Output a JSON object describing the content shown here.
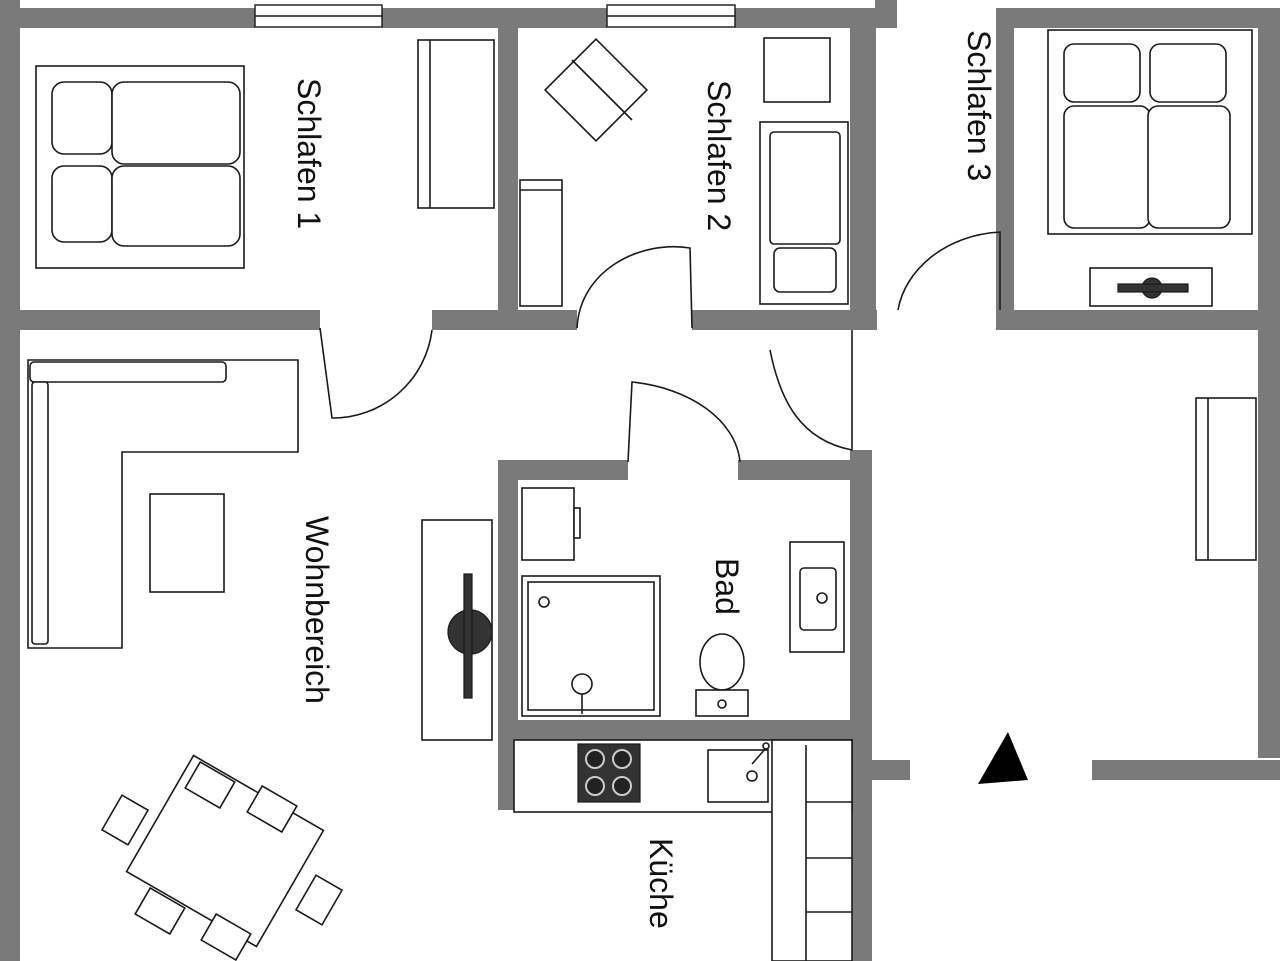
{
  "rooms": {
    "schlafen1": "Schlafen  1",
    "schlafen2": "Schlafen  2",
    "schlafen3": "Schlafen  3",
    "wohnbereich": "Wohnbereich",
    "bad": "Bad",
    "kueche": "Küche"
  },
  "colors": {
    "wall": "#7a7a7a",
    "line": "#1a1a1a",
    "background": "#ffffff"
  },
  "icons": {
    "entrance": "entrance-arrow-icon",
    "stove": "stove-icon"
  }
}
